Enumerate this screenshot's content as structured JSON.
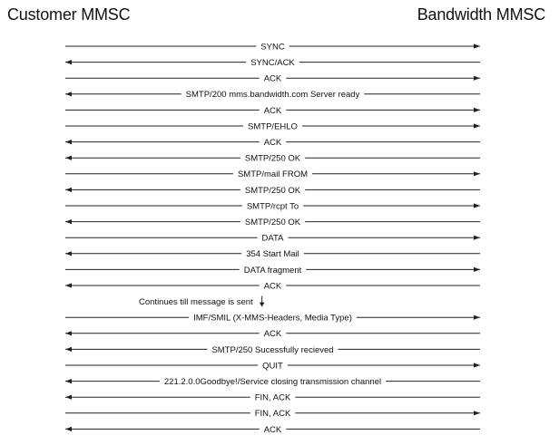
{
  "parties": {
    "left": "Customer MMSC",
    "right": "Bandwidth MMSC"
  },
  "messages": [
    {
      "label": "SYNC",
      "direction": "right"
    },
    {
      "label": "SYNC/ACK",
      "direction": "left"
    },
    {
      "label": "ACK",
      "direction": "right"
    },
    {
      "label": "SMTP/200 mms.bandwidth.com Server ready",
      "direction": "left"
    },
    {
      "label": "ACK",
      "direction": "right"
    },
    {
      "label": "SMTP/EHLO",
      "direction": "right"
    },
    {
      "label": "ACK",
      "direction": "left"
    },
    {
      "label": "SMTP/250 OK",
      "direction": "left"
    },
    {
      "label": "SMTP/mail FROM",
      "direction": "right"
    },
    {
      "label": "SMTP/250 OK",
      "direction": "left"
    },
    {
      "label": "SMTP/rcpt To",
      "direction": "right"
    },
    {
      "label": "SMTP/250 OK",
      "direction": "left"
    },
    {
      "label": "DATA",
      "direction": "right"
    },
    {
      "label": "354 Start Mail",
      "direction": "left"
    },
    {
      "label": "DATA fragment",
      "direction": "right"
    },
    {
      "label": "ACK",
      "direction": "left"
    },
    {
      "label": "Continues till message is sent",
      "direction": "note"
    },
    {
      "label": "IMF/SMIL (X-MMS-Headers, Media Type)",
      "direction": "right"
    },
    {
      "label": "ACK",
      "direction": "left"
    },
    {
      "label": "SMTP/250 Sucessfully recieved",
      "direction": "left"
    },
    {
      "label": "QUIT",
      "direction": "right"
    },
    {
      "label": "221.2.0.0Goodbye!/Service closing transmission channel",
      "direction": "left"
    },
    {
      "label": "FIN, ACK",
      "direction": "left"
    },
    {
      "label": "FIN, ACK",
      "direction": "right"
    },
    {
      "label": "ACK",
      "direction": "left"
    }
  ]
}
